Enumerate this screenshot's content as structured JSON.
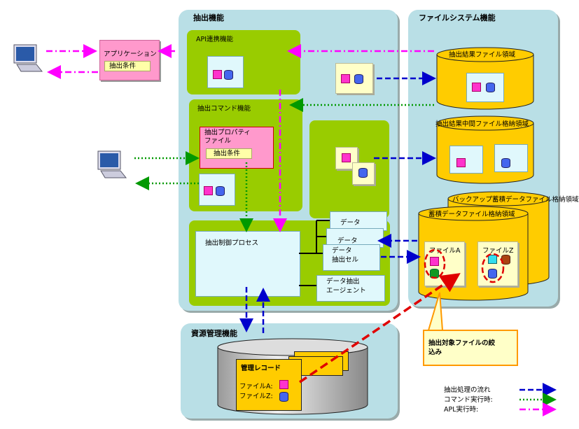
{
  "panels": {
    "extract": "抽出機能",
    "filesystem": "ファイルシステム機能",
    "resource": "資源管理機能"
  },
  "extract": {
    "api": "API連携機能",
    "command": "抽出コマンド機能",
    "property_file": "抽出プロパティ\nファイル",
    "property_condition": "抽出条件",
    "control_process": "抽出制御プロセス",
    "data1": "データ",
    "data2": "データ",
    "data_cell": "データ\n抽出セル",
    "agent": "データ抽出\nエージェント"
  },
  "application": {
    "label": "アプリケーション",
    "condition": "抽出条件"
  },
  "filesystem": {
    "result_area": "抽出結果ファイル領域",
    "intermediate_area": "抽出結果中間ファイル格納領域",
    "backup_area": "バックアップ蓄積データファイル格納領域",
    "storage_area": "蓄積データファイル格納領域",
    "file_a": "ファイルA",
    "file_z": "ファイルZ"
  },
  "resource": {
    "record_title": "管理レコード",
    "file_a": "ファイルA:",
    "file_z": "ファイルZ:"
  },
  "callout": "抽出対象ファイルの絞\n込み",
  "legend": {
    "flow": "抽出処理の流れ",
    "command": "コマンド実行時:",
    "api": "APL実行時:"
  },
  "colors": {
    "panel": "#b9dfe6",
    "group": "#99cc00",
    "flow_blue": "#0000cc",
    "command_green": "#009900",
    "api_magenta": "#ff00ff",
    "red": "#e00000",
    "cylinder": "#ffcc00"
  }
}
